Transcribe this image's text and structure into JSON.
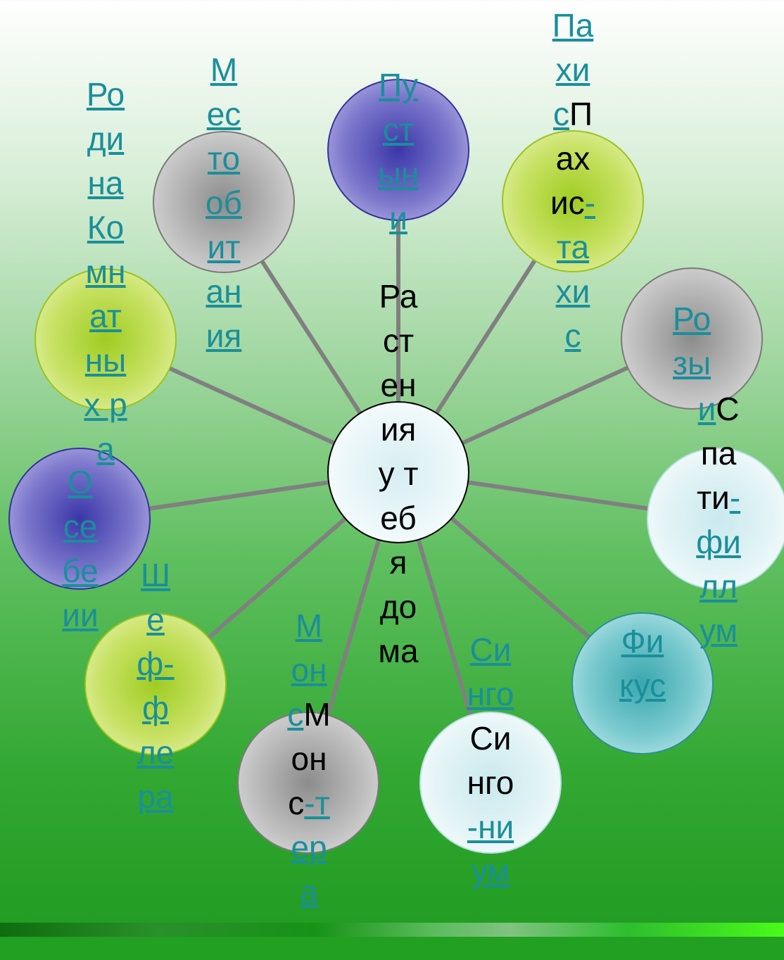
{
  "center": "Растения у тебя дома",
  "topics": [
    {
      "id": "rodina",
      "parts": [
        {
          "t": "Родина Комнатных ра",
          "link": true
        }
      ]
    },
    {
      "id": "mesto",
      "parts": [
        {
          "t": "Место обитания",
          "link": true
        }
      ]
    },
    {
      "id": "pustyni",
      "parts": [
        {
          "t": "Пустыни",
          "link": true
        }
      ]
    },
    {
      "id": "pahis",
      "parts": [
        {
          "t": "Пахис",
          "link": true
        },
        {
          "t": "Пахис",
          "link": false
        },
        {
          "t": "-тахис",
          "link": true
        }
      ]
    },
    {
      "id": "rozy",
      "parts": [
        {
          "t": "Розы",
          "link": true
        }
      ]
    },
    {
      "id": "spati",
      "parts": [
        {
          "t": "и",
          "link": true
        },
        {
          "t": "Спати",
          "link": false
        },
        {
          "t": "-филлум",
          "link": true
        }
      ]
    },
    {
      "id": "fikus",
      "parts": [
        {
          "t": "Фикус",
          "link": true
        }
      ]
    },
    {
      "id": "singo",
      "parts": [
        {
          "t": "Синго",
          "link": true
        },
        {
          "t": "Синго",
          "link": false
        },
        {
          "t": "-ниум",
          "link": true
        }
      ]
    },
    {
      "id": "mons",
      "parts": [
        {
          "t": "Монс",
          "link": true
        },
        {
          "t": "Монс",
          "link": false
        },
        {
          "t": "-тера",
          "link": true
        }
      ]
    },
    {
      "id": "sheff",
      "parts": [
        {
          "t": "Шеф-флера",
          "link": true
        }
      ]
    },
    {
      "id": "osebe",
      "parts": [
        {
          "t": "О себе",
          "link": true
        },
        {
          "t": "ии",
          "link": true
        }
      ]
    }
  ]
}
